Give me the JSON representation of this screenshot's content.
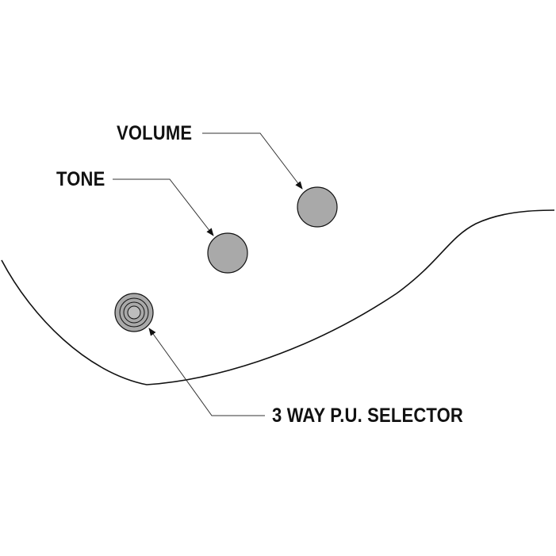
{
  "labels": {
    "volume": "VOLUME",
    "tone": "TONE",
    "selector": "3 WAY P.U. SELECTOR"
  },
  "colors": {
    "knob_fill": "#a9a9a9",
    "outline": "#111111",
    "leader": "#333333"
  }
}
